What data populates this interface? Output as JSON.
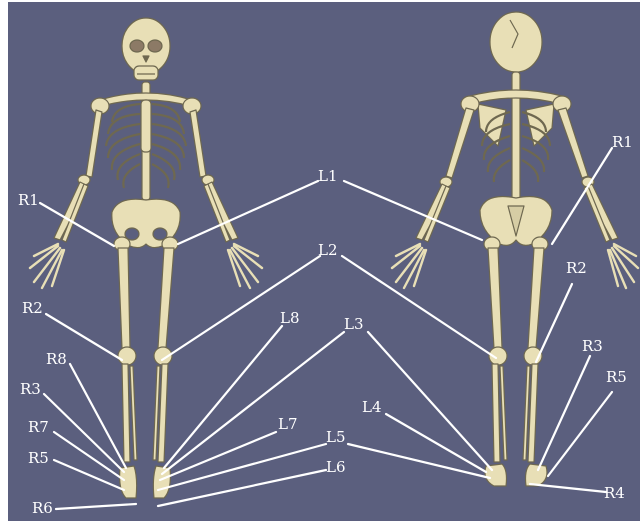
{
  "colors": {
    "background": "#5b5f7e",
    "bone": "#e8dfb6",
    "bone_outline": "#6e6850",
    "leader_line": "#ffffff",
    "label_text": "#ffffff"
  },
  "labels": {
    "anterior_view": {
      "R1": "R1",
      "R2": "R2",
      "R8": "R8",
      "R3": "R3",
      "R7": "R7",
      "R5": "R5",
      "R6": "R6"
    },
    "shared": {
      "L1": "L1",
      "L2": "L2",
      "L3": "L3",
      "L4": "L4",
      "L5": "L5",
      "L6": "L6",
      "L7": "L7",
      "L8": "L8"
    },
    "posterior_view": {
      "R1": "R1",
      "R2": "R2",
      "R3": "R3",
      "R5": "R5",
      "R4": "R4"
    }
  }
}
